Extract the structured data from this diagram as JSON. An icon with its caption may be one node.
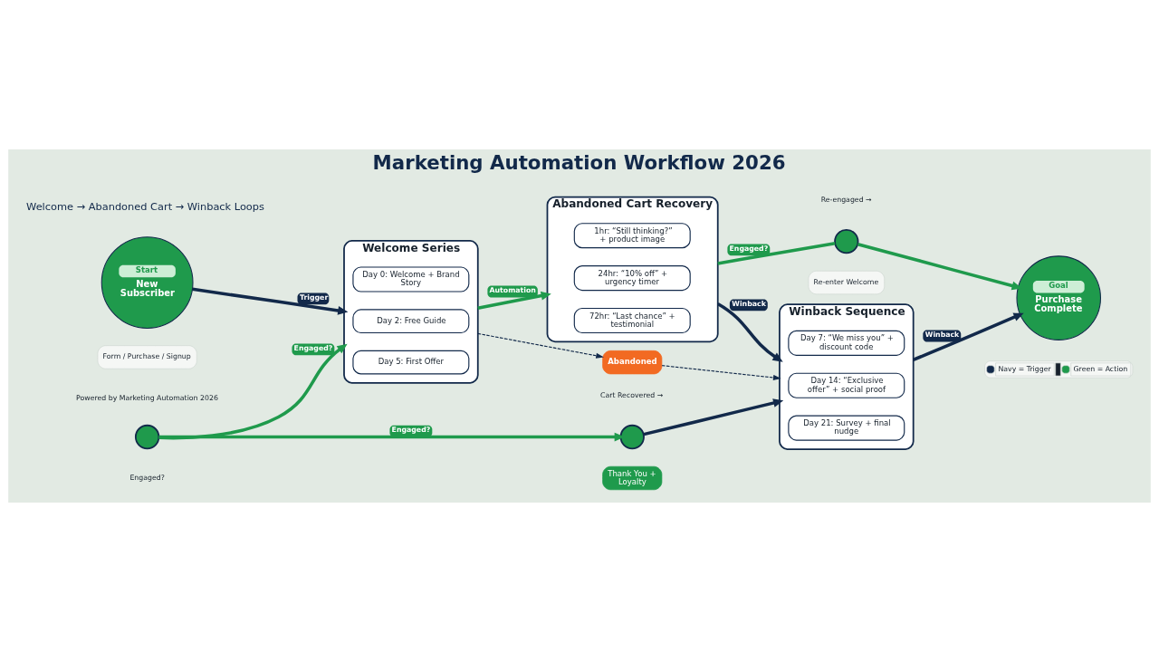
{
  "diagram": {
    "title": "Marketing Automation Workflow 2026",
    "nodes": [
      {
        "text": [
          "Start",
          "New Subscriber"
        ],
        "beside": [
          "Form / Purchase / Signup"
        ]
      },
      {
        "text": [
          "Welcome Series"
        ]
      },
      {
        "text": [
          "Day 0: Welcome + Brand Story"
        ],
        "in": 1
      },
      {
        "text": [
          "Day 2: Free Guide"
        ],
        "in": 1
      },
      {
        "text": [
          "Day 5: First Offer"
        ],
        "in": 1
      },
      {
        "text": [
          "Abandoned"
        ]
      },
      {
        "text": [
          "Abandoned Cart Recovery"
        ]
      },
      {
        "text": [
          "1hr: “Still thinking?” + product image"
        ],
        "in": 6
      },
      {
        "text": [
          "24hr: “10% off” + urgency timer"
        ],
        "in": 6
      },
      {
        "text": [
          "72hr: “Last chance” + testimonial"
        ],
        "in": 6
      },
      {
        "text": [
          "Winback Sequence"
        ]
      },
      {
        "text": [
          "Day 7: “We miss you” + discount code"
        ],
        "in": 10
      },
      {
        "text": [
          "Day 14: “Exclusive offer” + social proof"
        ],
        "in": 10
      },
      {
        "text": [
          "Day 21: Survey + final nudge"
        ],
        "in": 10
      },
      {
        "text": [
          "Goal",
          "Purchase Complete"
        ]
      },
      {
        "text": [],
        "shape": "circle"
      },
      {
        "text": [],
        "shape": "circle"
      },
      {
        "text": [
          "Thank You + Loyalty"
        ]
      },
      {
        "text": [],
        "shape": "circle",
        "beside": [
          "Re-enter Welcome"
        ]
      }
    ],
    "edges": [
      {
        "from": 0,
        "to": 1,
        "arrow": "to",
        "label": "Trigger"
      },
      {
        "from": 1,
        "to": 6,
        "arrow": "to",
        "label": "Automation",
        "color": "#1f9a4c"
      },
      {
        "from": 6,
        "to": 10,
        "arrow": "to",
        "label": "Winback"
      },
      {
        "from": 10,
        "to": 14,
        "arrow": "to",
        "label": "Winback"
      },
      {
        "from": 1,
        "to": 5,
        "arrow": "to",
        "style": "dashed"
      },
      {
        "from": 5,
        "to": 10,
        "arrow": "to",
        "style": "dashed"
      },
      {
        "from": 15,
        "to": 1,
        "arrow": "to",
        "label": "Engaged?",
        "color": "#1f9a4c"
      },
      {
        "from": 15,
        "to": 16,
        "arrow": "to",
        "label": "Engaged?",
        "color": "#1f9a4c"
      },
      {
        "from": 16,
        "to": 10,
        "arrow": "to"
      },
      {
        "from": 6,
        "to": 18,
        "arrow": "none",
        "label": "Engaged?",
        "color": "#1f9a4c"
      },
      {
        "from": 18,
        "to": 14,
        "arrow": "to",
        "color": "#1f9a4c"
      }
    ],
    "labels": [
      "Welcome → Abandoned Cart → Winback Loops",
      "Engaged?",
      "Cart Recovered →",
      "Re-engaged →",
      "Powered by Marketing Automation 2026"
    ],
    "legend": [
      {
        "text": "Navy = Trigger",
        "color": "#12294a"
      },
      {
        "text": "Green = Action",
        "color": "#1f9a4c"
      }
    ]
  }
}
